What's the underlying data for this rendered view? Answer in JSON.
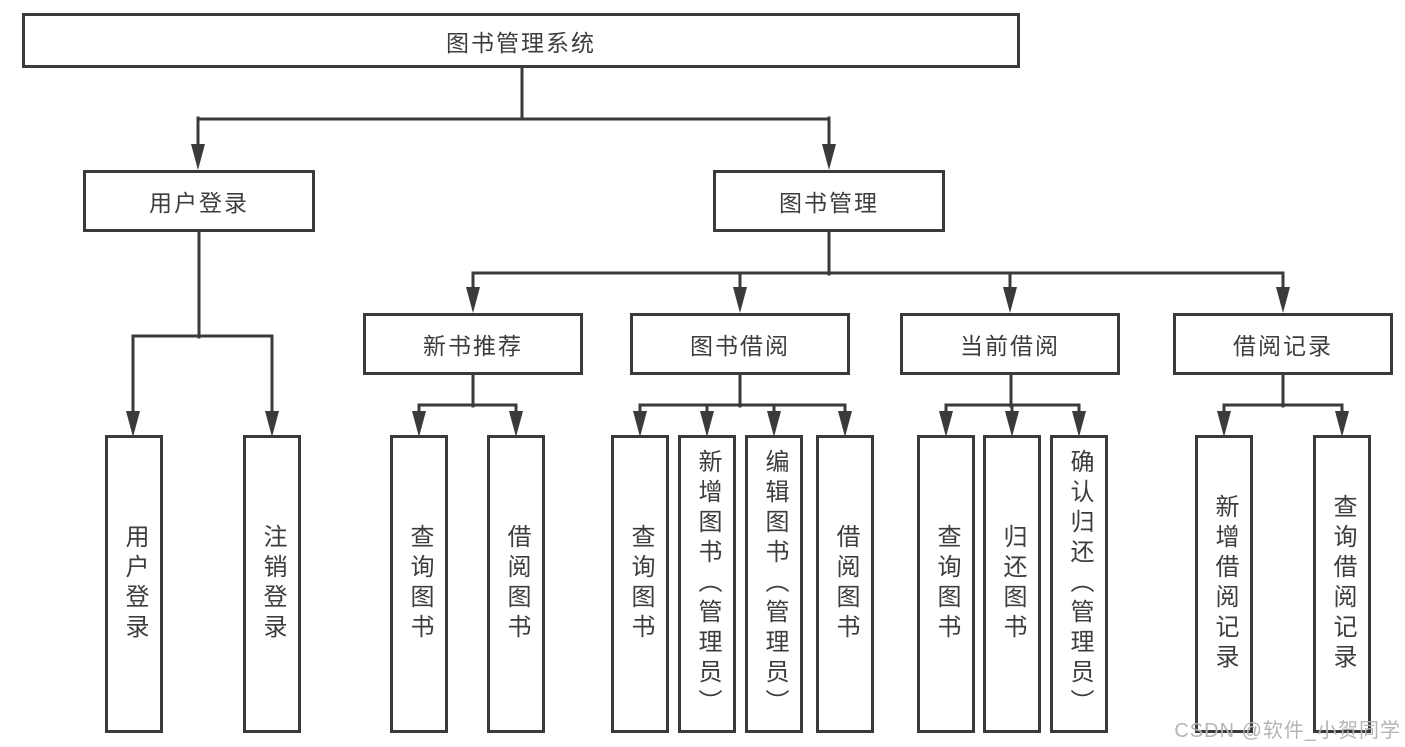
{
  "diagram": {
    "root": {
      "label": "图书管理系统",
      "children": [
        {
          "label": "用户登录",
          "children": [
            {
              "label": "用户登录"
            },
            {
              "label": "注销登录"
            }
          ]
        },
        {
          "label": "图书管理",
          "children": [
            {
              "label": "新书推荐",
              "children": [
                {
                  "label": "查询图书"
                },
                {
                  "label": "借阅图书"
                }
              ]
            },
            {
              "label": "图书借阅",
              "children": [
                {
                  "label": "查询图书"
                },
                {
                  "label": "新增图书（管理员）"
                },
                {
                  "label": "编辑图书（管理员）"
                },
                {
                  "label": "借阅图书"
                }
              ]
            },
            {
              "label": "当前借阅",
              "children": [
                {
                  "label": "查询图书"
                },
                {
                  "label": "归还图书"
                },
                {
                  "label": "确认归还（管理员）"
                }
              ]
            },
            {
              "label": "借阅记录",
              "children": [
                {
                  "label": "新增借阅记录"
                },
                {
                  "label": "查询借阅记录"
                }
              ]
            }
          ]
        }
      ]
    }
  },
  "watermark": {
    "text": "CSDN @软件_小贺同学"
  },
  "colors": {
    "line": "#3a3a3a",
    "text": "#3d3d3d",
    "box_background": "#ffffff",
    "page_background": "#ffffff",
    "watermark": "#b5b5b5"
  }
}
